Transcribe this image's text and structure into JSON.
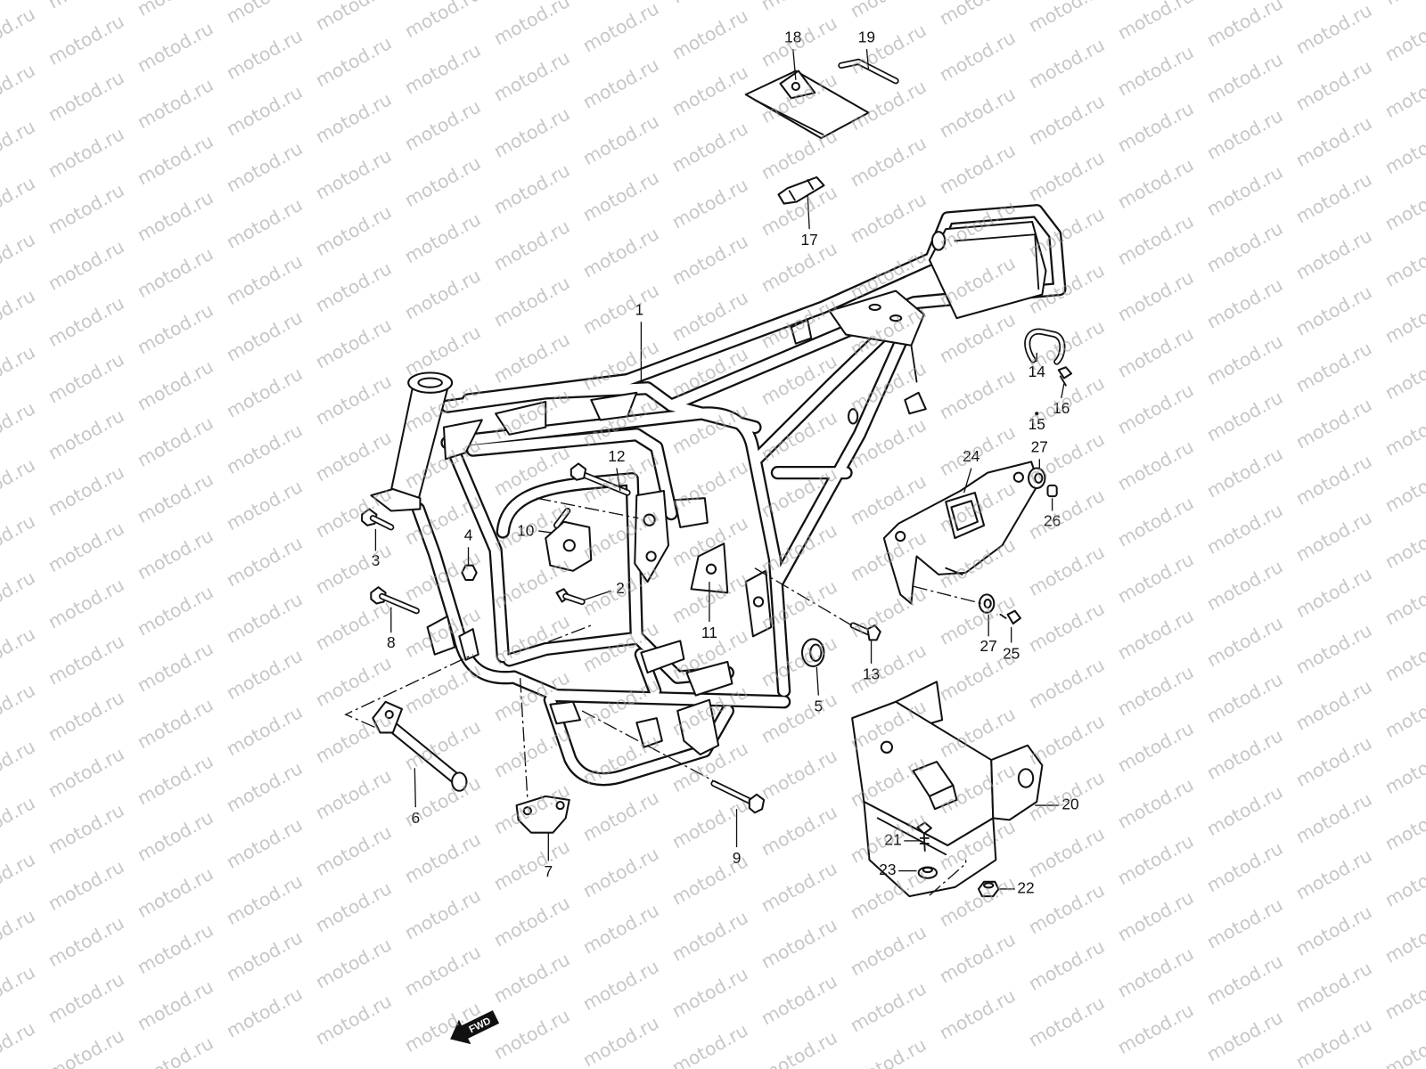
{
  "colors": {
    "ink": "#111111",
    "watermark": "#9a9a9a",
    "background": "#ffffff"
  },
  "watermark": {
    "text": "motod.ru"
  },
  "fwd_arrow": {
    "label": "FWD",
    "icon": "forward-arrow-icon"
  },
  "callouts": [
    "1",
    "2",
    "3",
    "4",
    "5",
    "6",
    "7",
    "8",
    "9",
    "10",
    "11",
    "12",
    "13",
    "14",
    "15",
    "16",
    "17",
    "18",
    "19",
    "20",
    "21",
    "22",
    "23",
    "24",
    "25",
    "26",
    "27",
    "27"
  ]
}
